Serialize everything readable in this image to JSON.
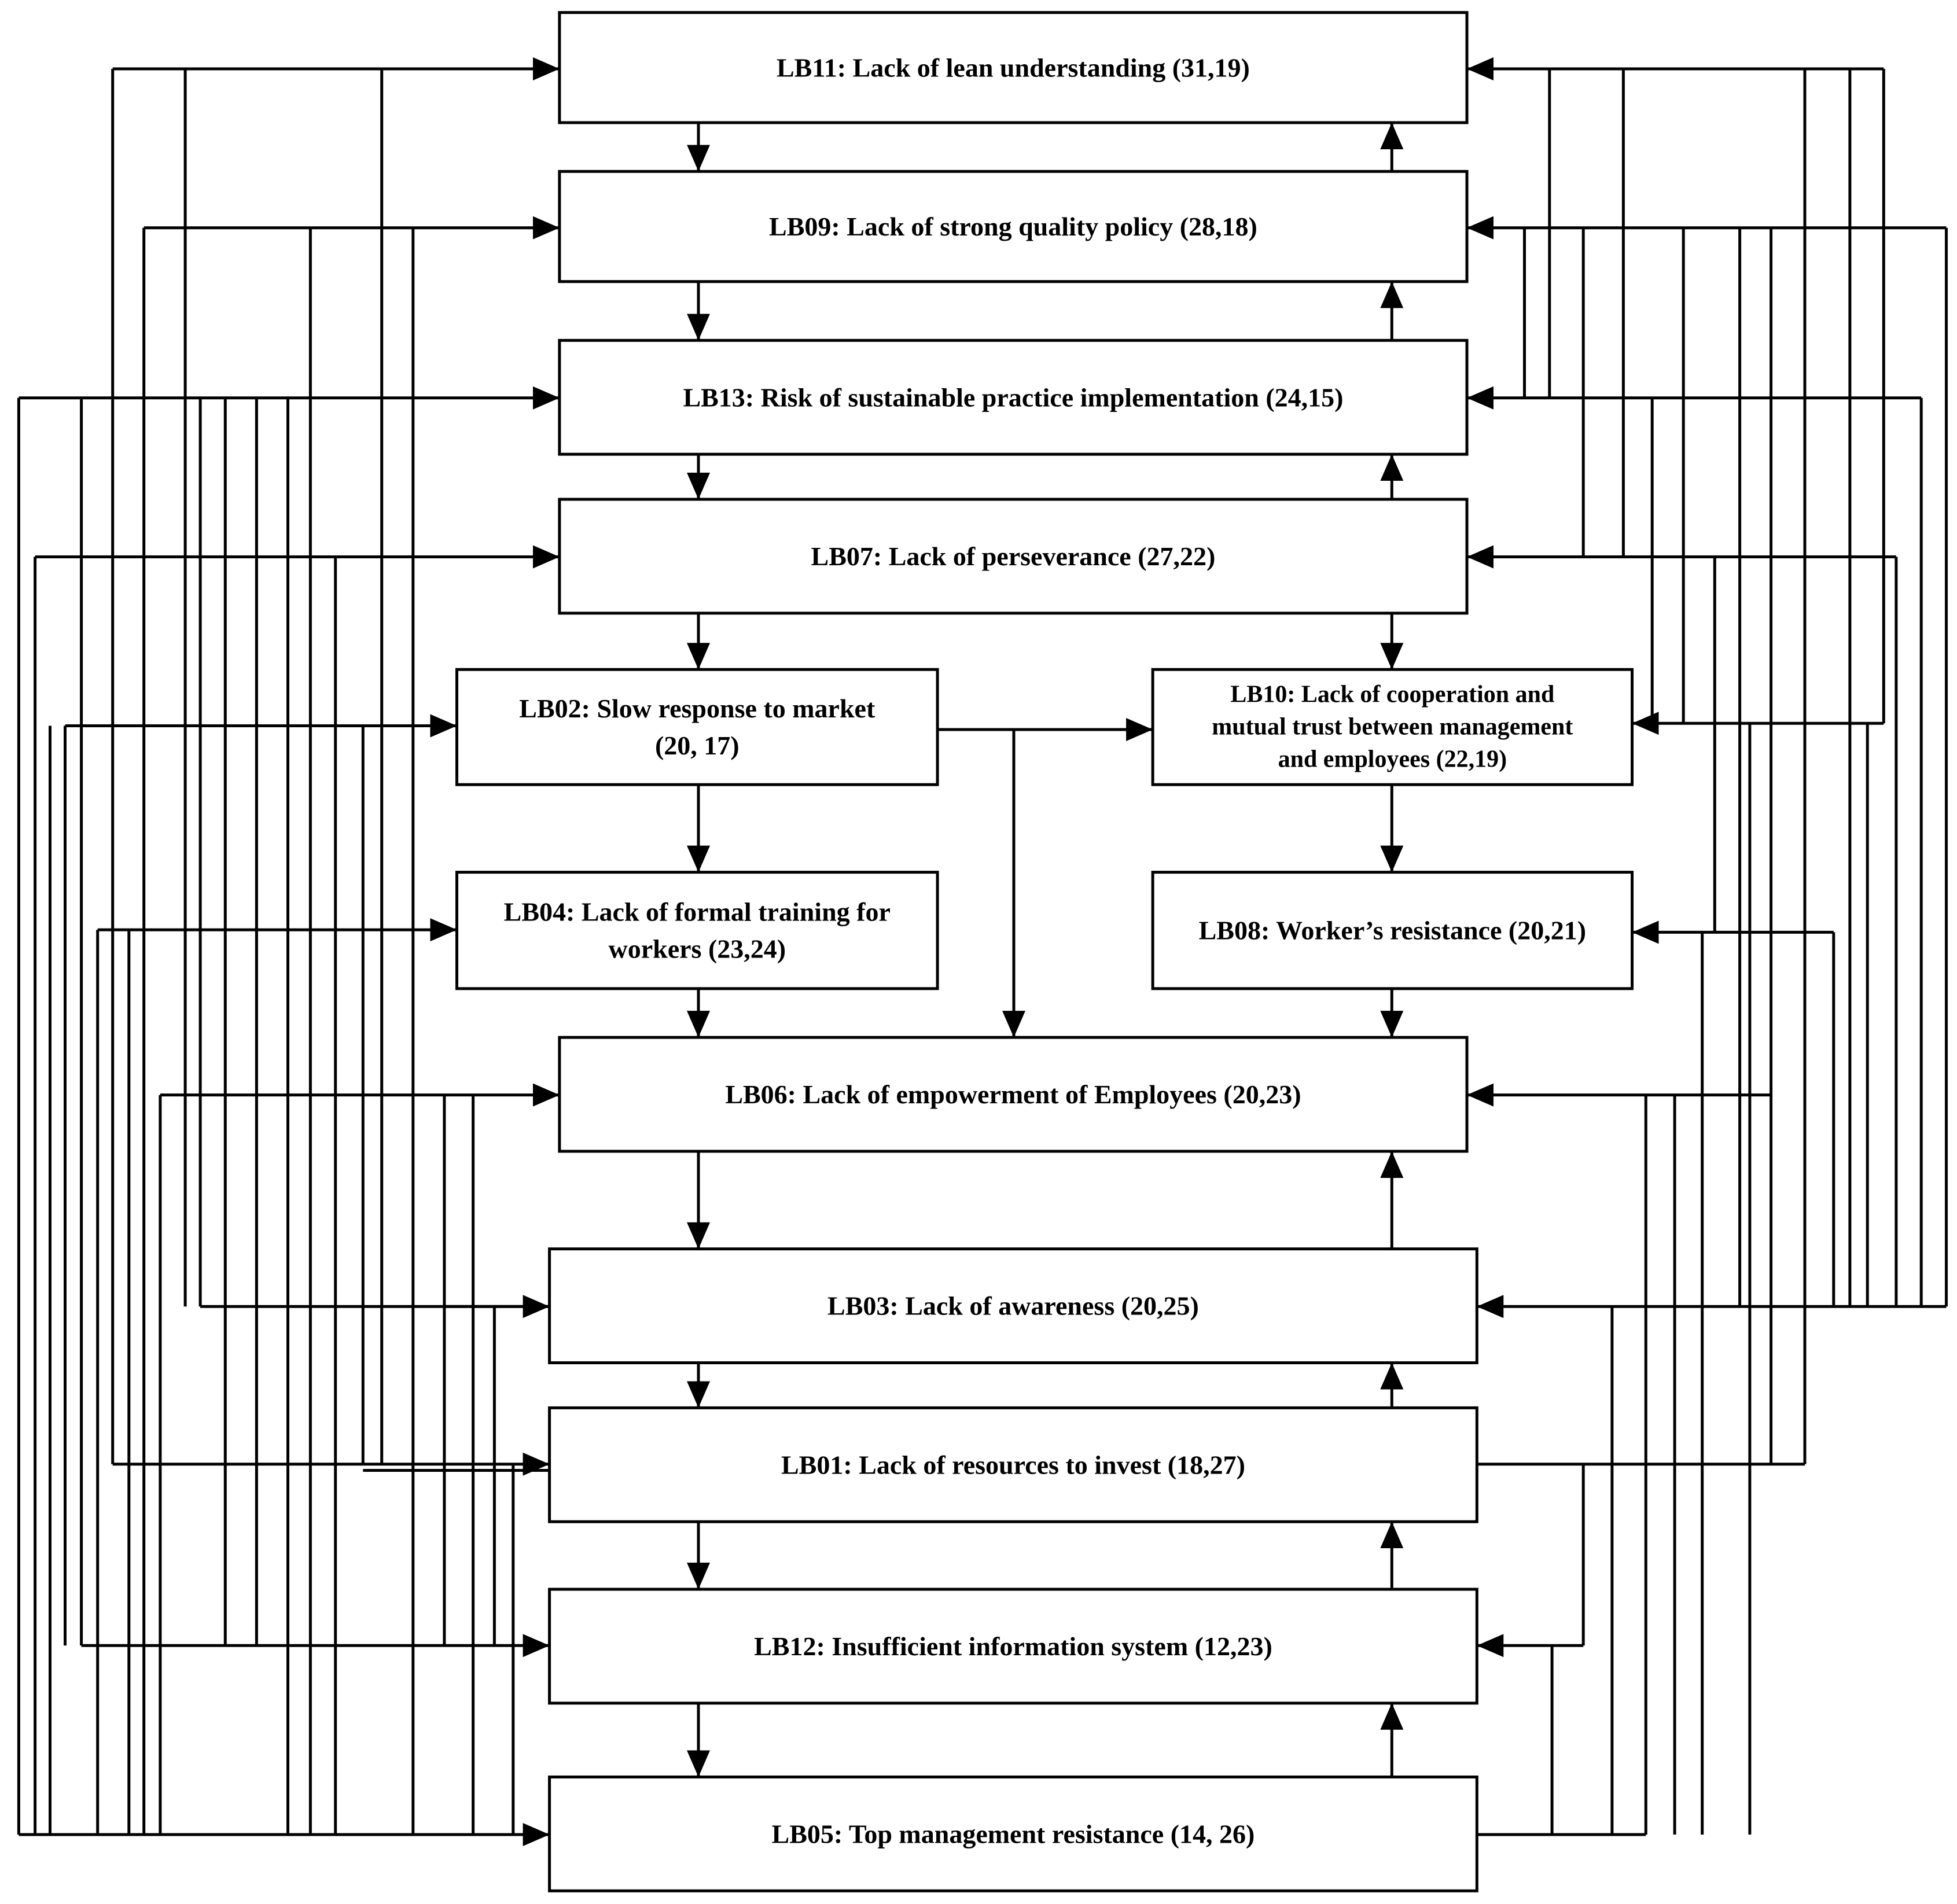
{
  "nodes": [
    {
      "id": "LB11",
      "lines": [
        "LB11: Lack of lean understanding (31,19)"
      ]
    },
    {
      "id": "LB09",
      "lines": [
        "LB09: Lack of strong quality policy (28,18)"
      ]
    },
    {
      "id": "LB13",
      "lines": [
        "LB13: Risk of sustainable practice implementation (24,15)"
      ]
    },
    {
      "id": "LB07",
      "lines": [
        "LB07: Lack of perseverance (27,22)"
      ]
    },
    {
      "id": "LB02",
      "lines": [
        "LB02: Slow response to market",
        "(20, 17)"
      ]
    },
    {
      "id": "LB10",
      "lines": [
        "LB10: Lack of cooperation and",
        "mutual trust between management",
        "and employees (22,19)"
      ]
    },
    {
      "id": "LB04",
      "lines": [
        "LB04: Lack of formal training for",
        "workers (23,24)"
      ]
    },
    {
      "id": "LB08",
      "lines": [
        "LB08: Worker’s resistance (20,21)"
      ]
    },
    {
      "id": "LB06",
      "lines": [
        "LB06: Lack of empowerment of Employees (20,23)"
      ]
    },
    {
      "id": "LB03",
      "lines": [
        "LB03: Lack of awareness (20,25)"
      ]
    },
    {
      "id": "LB01",
      "lines": [
        "LB01: Lack of resources to invest (18,27)"
      ]
    },
    {
      "id": "LB12",
      "lines": [
        "LB12: Insufficient information system (12,23)"
      ]
    },
    {
      "id": "LB05",
      "lines": [
        "LB05: Top management resistance (14, 26)"
      ]
    }
  ],
  "colors": {
    "line": "#000000",
    "box_fill": "#ffffff",
    "text": "#000000"
  }
}
